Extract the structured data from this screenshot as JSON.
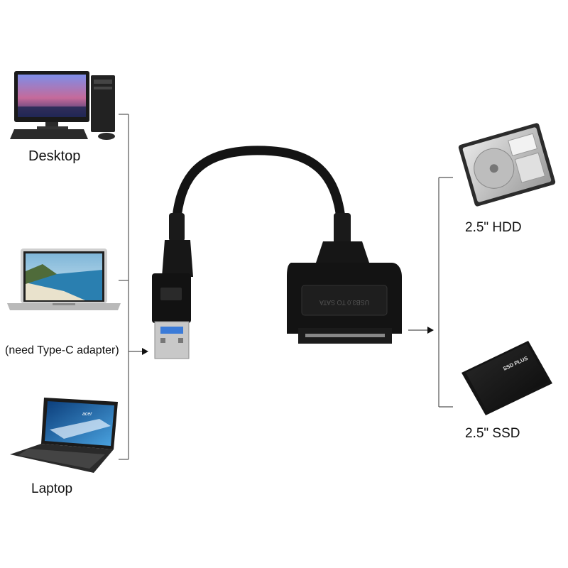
{
  "diagram": {
    "sources": [
      {
        "id": "desktop",
        "label": "Desktop"
      },
      {
        "id": "macbook",
        "label": ""
      },
      {
        "id": "laptop",
        "label": "Laptop"
      }
    ],
    "source_note": "(need Type-C adapter)",
    "adapter": {
      "type": "USB 3.0 to SATA cable",
      "text": "USB3.0 TO SATA"
    },
    "targets": [
      {
        "id": "hdd",
        "label": "2.5\" HDD",
        "device_text": ""
      },
      {
        "id": "ssd",
        "label": "2.5\" SSD",
        "device_text": "SSD PLUS"
      }
    ],
    "laptop_logo": "acer",
    "colors": {
      "cable": "#141414",
      "usb_blue": "#3b7bd8",
      "lines": "#555555",
      "screen_sky": "#5a78c8"
    }
  }
}
